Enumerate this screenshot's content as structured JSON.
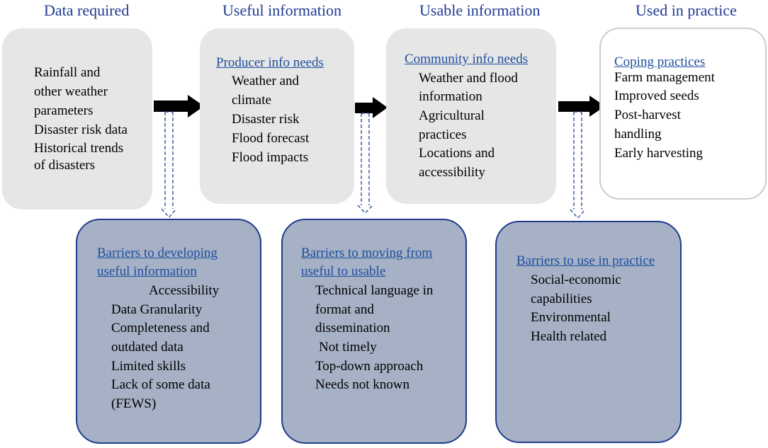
{
  "headings": [
    "Data required",
    "Useful information",
    "Usable information",
    "Used in practice"
  ],
  "columns": [
    {
      "title": "",
      "items": [
        "Rainfall and",
        "other weather",
        "parameters",
        "Disaster risk data",
        "Historical trends",
        "of disasters"
      ]
    },
    {
      "title": "Producer info needs",
      "items": [
        "Weather and",
        "climate",
        "Disaster risk",
        "Flood forecast",
        "Flood impacts"
      ]
    },
    {
      "title": "Community info needs",
      "items": [
        "Weather and flood",
        "information",
        "Agricultural",
        "practices",
        "Locations and",
        "accessibility"
      ]
    },
    {
      "title": "Coping practices",
      "items": [
        "Farm management",
        "Improved seeds",
        "Post-harvest",
        "handling",
        "Early harvesting"
      ]
    }
  ],
  "barriers": [
    {
      "title_lines": [
        "Barriers to developing",
        "useful information"
      ],
      "items": [
        "Accessibility",
        "Data Granularity",
        "Completeness and",
        "outdated data",
        "Limited skills",
        "Lack of some data",
        "(FEWS)"
      ]
    },
    {
      "title_lines": [
        "Barriers to moving from",
        "useful to usable"
      ],
      "items": [
        "Technical language in",
        "format and",
        "dissemination",
        "Not timely",
        "Top-down approach",
        "Needs not known"
      ]
    },
    {
      "title_lines": [
        "Barriers to use in practice"
      ],
      "items": [
        "Social-economic",
        "capabilities",
        "Environmental",
        "Health related"
      ]
    }
  ],
  "colors": {
    "heading": "#1f3a93",
    "title_link": "#1f4e9e",
    "grey_box": "#e6e6e6",
    "barrier_fill": "#a6b1c5",
    "barrier_border": "#1f3b8c",
    "arrow": "#000000",
    "dashed_arrow": "#2f4f9a"
  }
}
